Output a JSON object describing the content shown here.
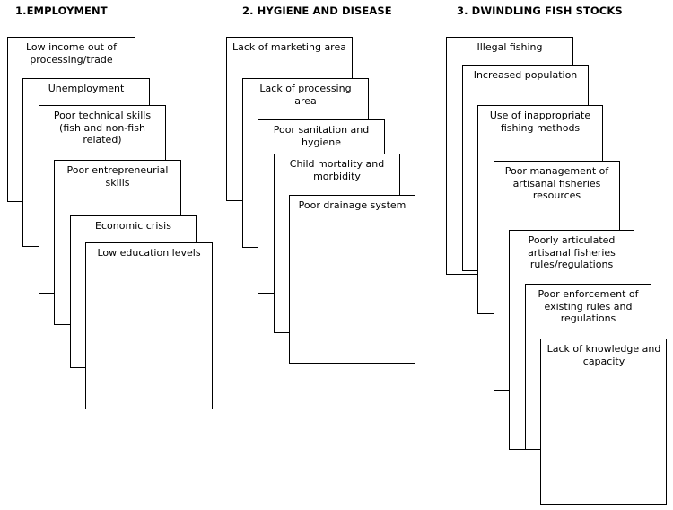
{
  "columns": [
    {
      "heading": "1.EMPLOYMENT",
      "cards": [
        "Low income out of processing/trade",
        "Unemployment",
        "Poor technical skills (fish and non-fish related)",
        "Poor entrepreneurial skills",
        "Economic crisis",
        "Low education levels"
      ]
    },
    {
      "heading": "2. HYGIENE AND DISEASE",
      "cards": [
        "Lack of marketing area",
        "Lack of processing area",
        "Poor sanitation and hygiene",
        "Child mortality and morbidity",
        "Poor drainage system"
      ]
    },
    {
      "heading": "3. DWINDLING FISH STOCKS",
      "cards": [
        "Illegal fishing",
        "Increased population",
        "Use of inappropriate fishing methods",
        "Poor management of artisanal fisheries resources",
        "Poorly articulated artisanal fisheries rules/regulations",
        "Poor enforcement of existing rules and regulations",
        "Lack of knowledge and capacity"
      ]
    }
  ]
}
